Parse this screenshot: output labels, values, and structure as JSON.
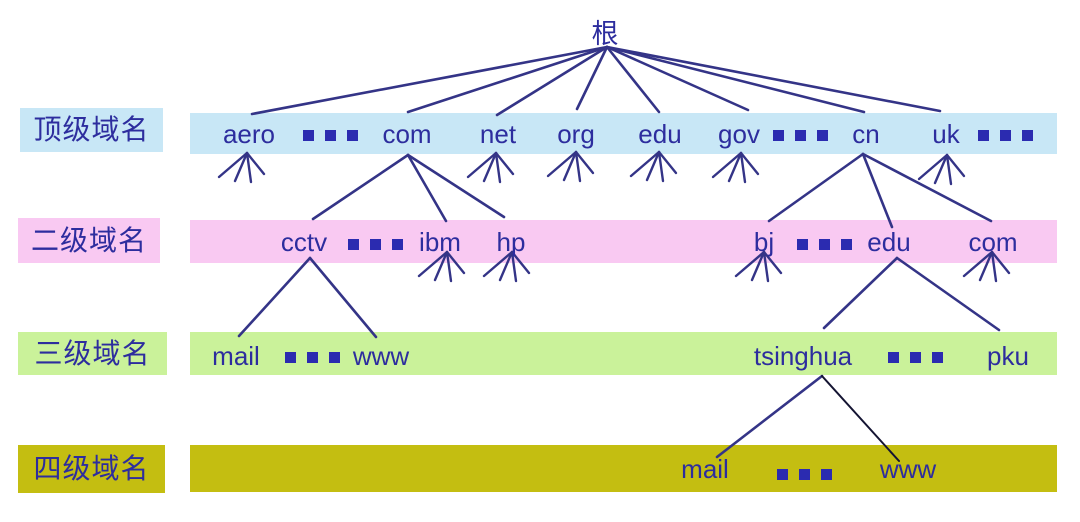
{
  "root": {
    "label": "根"
  },
  "levels": [
    {
      "label": "顶级域名",
      "band_color": "#c8e7f6",
      "nodes": [
        "aero",
        "com",
        "net",
        "org",
        "edu",
        "gov",
        "cn",
        "uk"
      ]
    },
    {
      "label": "二级域名",
      "band_color": "#f9c9f2",
      "nodes": [
        "cctv",
        "ibm",
        "hp",
        "bj",
        "edu",
        "com"
      ]
    },
    {
      "label": "三级域名",
      "band_color": "#caf29a",
      "nodes": [
        "mail",
        "www",
        "tsinghua",
        "pku"
      ]
    },
    {
      "label": "四级域名",
      "band_color": "#c4be11",
      "nodes": [
        "mail",
        "www"
      ]
    }
  ],
  "structure": {
    "root_children": [
      "aero",
      "…",
      "com",
      "net",
      "org",
      "edu",
      "gov",
      "…",
      "cn",
      "uk",
      "…"
    ],
    "com_children": [
      "cctv",
      "…",
      "ibm",
      "hp"
    ],
    "cn_children": [
      "bj",
      "…",
      "edu",
      "com"
    ],
    "cctv_children": [
      "mail",
      "…",
      "www"
    ],
    "cn_edu_children": [
      "tsinghua",
      "…",
      "pku"
    ],
    "tsinghua_children": [
      "mail",
      "…",
      "www"
    ]
  },
  "colors": {
    "background": "#ffffff",
    "text": "#2d2d9e",
    "line": "#343487",
    "dark_line": "#141432",
    "ellipsis_squares": "#2b2bb0",
    "band_tld": "#c8e7f6",
    "band_second": "#f9c9f2",
    "band_third": "#caf29a",
    "band_fourth": "#c4be11"
  }
}
